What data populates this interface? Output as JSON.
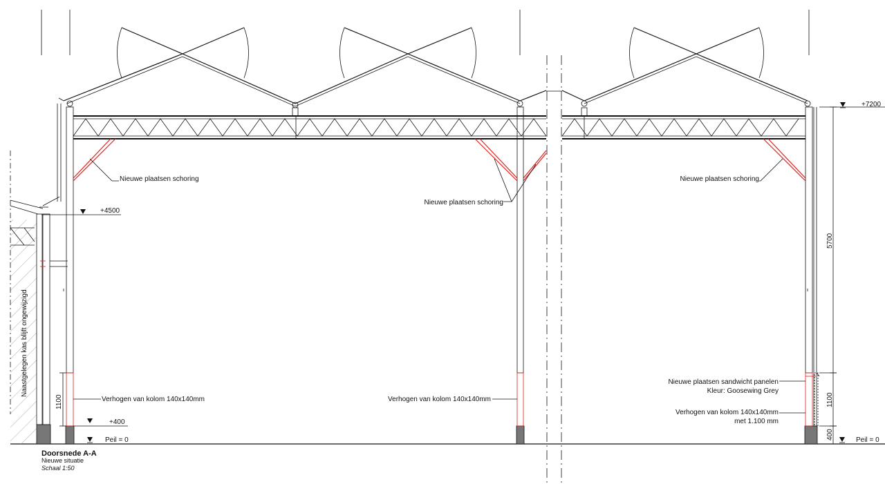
{
  "title_block": {
    "title": "Doorsnede A-A",
    "subtitle": "Nieuwe situatie",
    "scale": "Schaal 1:50"
  },
  "levels": {
    "top": "+7200",
    "gutter": "+4500",
    "raise": "+400",
    "ground_left": "Peil = 0",
    "ground_right": "Peil = 0"
  },
  "dimensions": {
    "height_5700": "5700",
    "height_1100_left": "1100",
    "height_1100_right": "1100",
    "height_400": "400"
  },
  "annotations": {
    "bracing_left": "Nieuwe plaatsen schoring",
    "bracing_mid": "Nieuwe plaatsen schoring",
    "bracing_right": "Nieuwe plaatsen schoring",
    "column_left": "Verhogen van kolom 140x140mm",
    "column_mid": "Verhogen van kolom 140x140mm",
    "panels_line1": "Nieuwe plaatsen sandwicht panelen",
    "panels_line2": "Kleur: Goosewing Grey",
    "column_right_line1": "Verhogen van kolom 140x140mm",
    "column_right_line2": "met 1.100 mm",
    "neighbour": "Naastgelegen kas blijft ongewijzigd"
  },
  "colors": {
    "line": "#111111",
    "new_work": "#e0201c",
    "hatch": "#999999",
    "footing": "#777777"
  }
}
